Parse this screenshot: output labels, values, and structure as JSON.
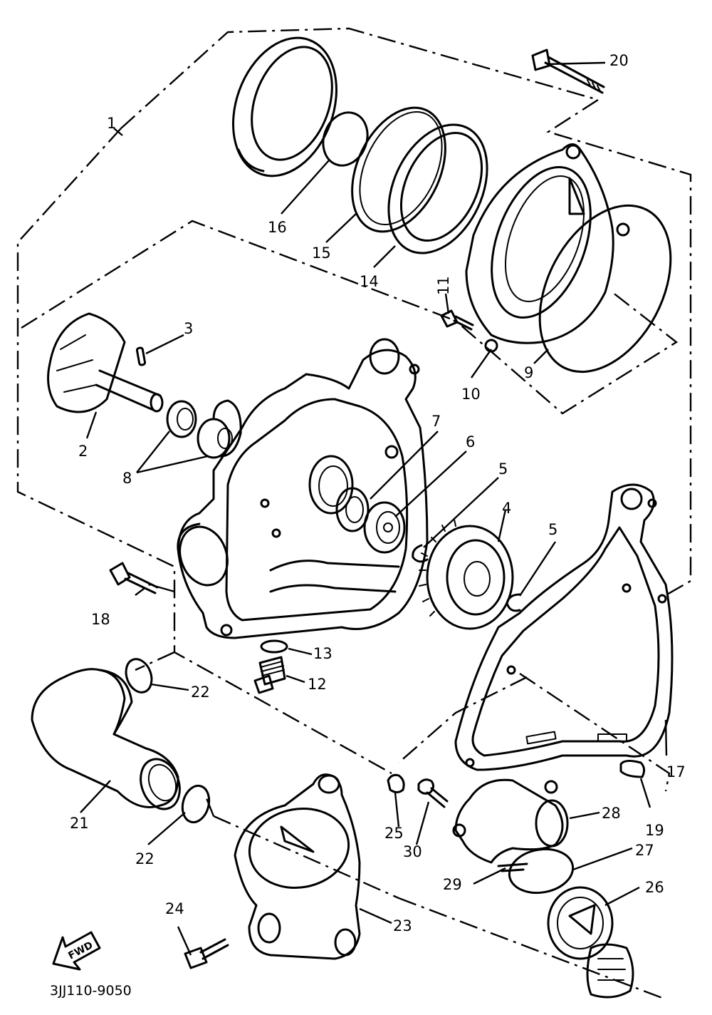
{
  "diagram_code": "3JJ110-9050",
  "fwd_label": "FWD",
  "callouts": {
    "c1": "1",
    "c2": "2",
    "c3": "3",
    "c4": "4",
    "c5a": "5",
    "c5b": "5",
    "c6": "6",
    "c7": "7",
    "c8": "8",
    "c9": "9",
    "c10": "10",
    "c11": "11",
    "c12": "12",
    "c13": "13",
    "c14": "14",
    "c15": "15",
    "c16": "16",
    "c17": "17",
    "c18": "18",
    "c19": "19",
    "c20": "20",
    "c21": "21",
    "c22a": "22",
    "c22b": "22",
    "c23": "23",
    "c24": "24",
    "c25": "25",
    "c26": "26",
    "c27": "27",
    "c28": "28",
    "c29": "29",
    "c30": "30"
  }
}
